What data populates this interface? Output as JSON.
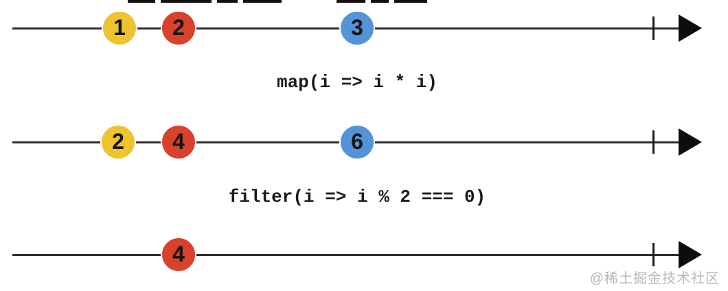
{
  "diagram": {
    "kind": "marble-diagram",
    "colors": {
      "yellow": "#eec32e",
      "red": "#d8412c",
      "blue": "#5493d8",
      "line": "#2e2e2e",
      "arrow": "#0d0d0d",
      "watermark_text": "#b4b8bc"
    },
    "streams": [
      {
        "name": "source-stream",
        "marbles": [
          {
            "value": "1",
            "color": "yellow"
          },
          {
            "value": "2",
            "color": "red"
          },
          {
            "value": "3",
            "color": "blue"
          }
        ]
      },
      {
        "name": "mapped-stream",
        "marbles": [
          {
            "value": "2",
            "color": "yellow"
          },
          {
            "value": "4",
            "color": "red"
          },
          {
            "value": "6",
            "color": "blue"
          }
        ]
      },
      {
        "name": "filtered-stream",
        "marbles": [
          {
            "value": "4",
            "color": "red"
          }
        ]
      }
    ],
    "operators": [
      {
        "label": "map(i => i * i)"
      },
      {
        "label": "filter(i => i % 2 === 0)"
      }
    ],
    "watermark": {
      "text": "@稀土掘金技术社区"
    }
  }
}
